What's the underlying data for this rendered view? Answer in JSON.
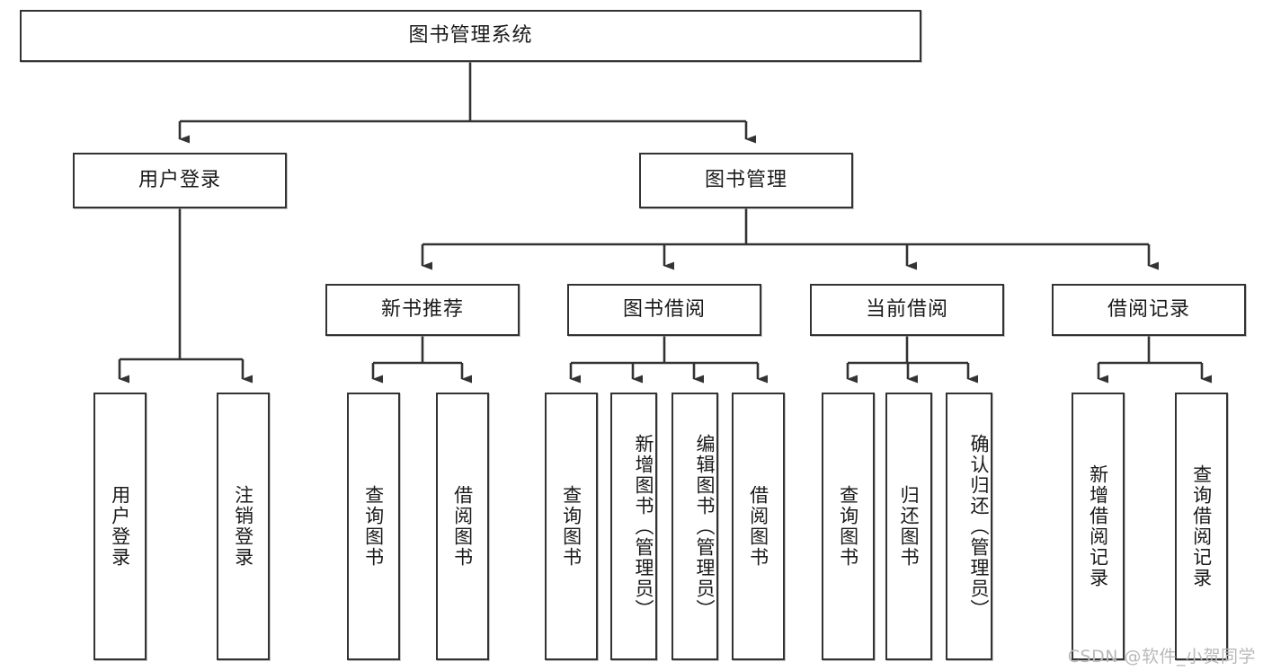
{
  "diagram": {
    "title": "图书管理系统",
    "type": "tree-hierarchy",
    "watermark": "CSDN @软件_小贺同学",
    "colors": {
      "box_border": "#333333",
      "box_fill": "#ffffff",
      "connector": "#333333",
      "text": "#1a1a1a",
      "watermark": "#b9b9b9",
      "background": "#ffffff"
    },
    "nodes": {
      "root": {
        "label": "图书管理系统"
      },
      "level2": [
        {
          "id": "user-login",
          "label": "用户登录"
        },
        {
          "id": "book-management",
          "label": "图书管理"
        }
      ],
      "level3": [
        {
          "id": "new-book-recommend",
          "label": "新书推荐"
        },
        {
          "id": "book-borrow",
          "label": "图书借阅"
        },
        {
          "id": "current-borrow",
          "label": "当前借阅"
        },
        {
          "id": "borrow-record",
          "label": "借阅记录"
        }
      ],
      "leaves": {
        "user-login": [
          {
            "id": "leaf-user-login",
            "label": "用户登录"
          },
          {
            "id": "leaf-logout-login",
            "label": "注销登录"
          }
        ],
        "new-book-recommend": [
          {
            "id": "leaf-query-book-1",
            "label": "查询图书"
          },
          {
            "id": "leaf-borrow-book-1",
            "label": "借阅图书"
          }
        ],
        "book-borrow": [
          {
            "id": "leaf-query-book-2",
            "label": "查询图书"
          },
          {
            "id": "leaf-add-book",
            "label": "新增图书（管理员）"
          },
          {
            "id": "leaf-edit-book",
            "label": "编辑图书（管理员）"
          },
          {
            "id": "leaf-borrow-book-2",
            "label": "借阅图书"
          }
        ],
        "current-borrow": [
          {
            "id": "leaf-query-book-3",
            "label": "查询图书"
          },
          {
            "id": "leaf-return-book",
            "label": "归还图书"
          },
          {
            "id": "leaf-confirm-return",
            "label": "确认归还（管理员）"
          }
        ],
        "borrow-record": [
          {
            "id": "leaf-add-record",
            "label": "新增借阅记录"
          },
          {
            "id": "leaf-query-record",
            "label": "查询借阅记录"
          }
        ]
      }
    }
  }
}
